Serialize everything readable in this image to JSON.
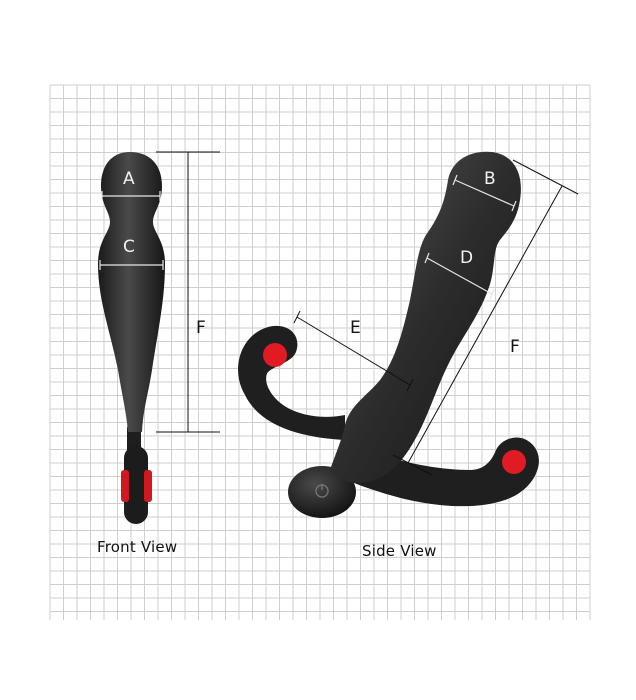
{
  "captions": {
    "front": "Front View",
    "side": "Side View"
  },
  "labels": {
    "a": "A",
    "b": "B",
    "c": "C",
    "d": "D",
    "e": "E",
    "f_front": "F",
    "f_side": "F"
  },
  "colors": {
    "grid_line": "#cfcfcf",
    "body": "#262626",
    "accent": "#e01b24",
    "dimension_line": "#111111"
  }
}
